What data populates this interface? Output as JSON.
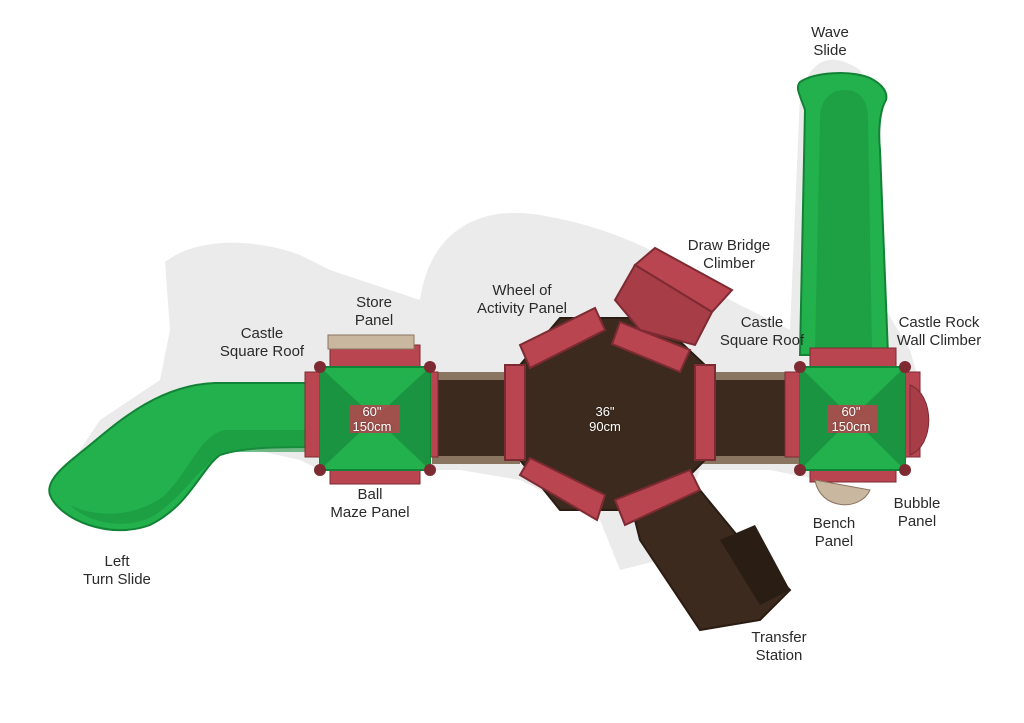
{
  "diagram": {
    "colors": {
      "slide_green": "#22b14c",
      "slide_dark": "#14823a",
      "roof_red": "#b8454f",
      "deck_brown": "#3b2a1d",
      "shadow": "#e6e6e6"
    },
    "labels": {
      "wave_slide": [
        "Wave",
        "Slide"
      ],
      "draw_bridge": [
        "Draw Bridge",
        "Climber"
      ],
      "store_panel": [
        "Store",
        "Panel"
      ],
      "wheel_panel": [
        "Wheel of",
        "Activity Panel"
      ],
      "castle_roof_left": [
        "Castle",
        "Square Roof"
      ],
      "castle_roof_right": [
        "Castle",
        "Square Roof"
      ],
      "rock_wall": [
        "Castle Rock",
        "Wall Climber"
      ],
      "ball_maze": [
        "Ball",
        "Maze Panel"
      ],
      "bubble_panel": [
        "Bubble",
        "Panel"
      ],
      "bench_panel": [
        "Bench",
        "Panel"
      ],
      "left_turn_slide": [
        "Left",
        "Turn Slide"
      ],
      "transfer_station": [
        "Transfer",
        "Station"
      ]
    },
    "sizes": {
      "left_tower": [
        "60\"",
        "150cm"
      ],
      "center_deck": [
        "36\"",
        "90cm"
      ],
      "right_tower": [
        "60\"",
        "150cm"
      ]
    }
  }
}
